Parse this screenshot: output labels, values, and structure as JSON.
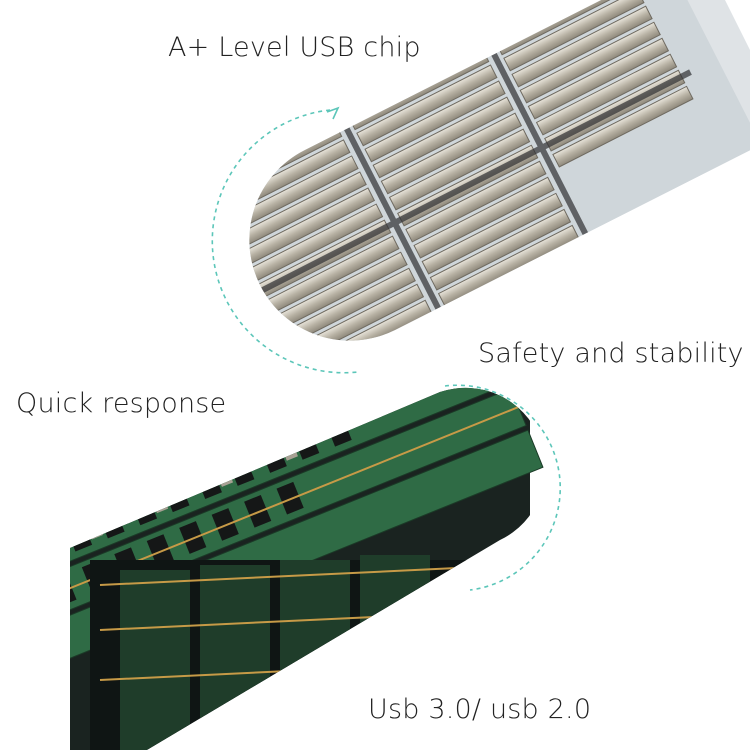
{
  "captions": {
    "top": "A+ Level USB chip",
    "right": "Safety and stability",
    "left": "Quick response",
    "bottom": "Usb 3.0/ usb 2.0"
  },
  "colors": {
    "background": "#ffffff",
    "dashed_outline": "#5cc6b9",
    "text": "#222222"
  }
}
